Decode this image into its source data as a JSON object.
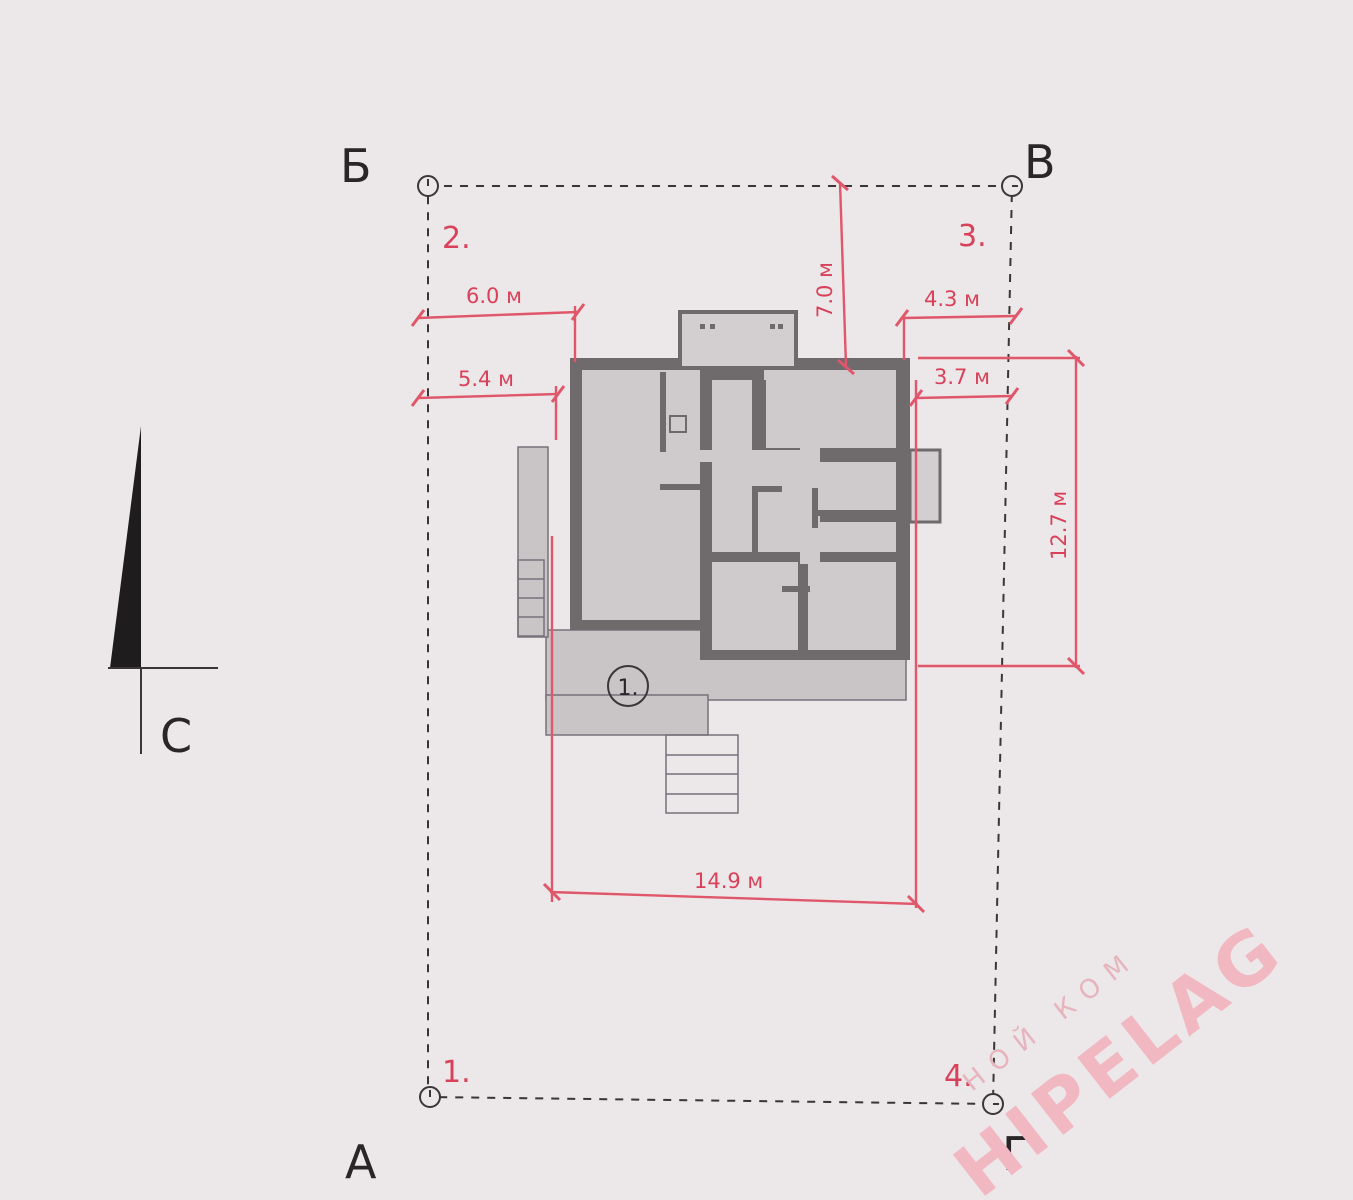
{
  "corners": {
    "a": "А",
    "b": "Б",
    "v": "В",
    "g": "Г"
  },
  "points": {
    "p1": "1.",
    "p2": "2.",
    "p3": "3.",
    "p4": "4."
  },
  "dimensions": {
    "left_top": "6.0 м",
    "left_bottom": "5.4 м",
    "top_distance": "7.0 м",
    "right_top": "4.3 м",
    "right_bottom": "3.7 м",
    "house_height": "12.7 м",
    "house_width": "14.9 м"
  },
  "house": {
    "terrace_label": "1."
  },
  "north_arrow": {
    "label": "С"
  },
  "watermark": {
    "brand": "HIPELAG",
    "subtitle": "НОЙ КОМ"
  },
  "colors": {
    "dimension_red": "#d9415a",
    "ink": "#2a2628",
    "paper": "#ece7e8"
  }
}
